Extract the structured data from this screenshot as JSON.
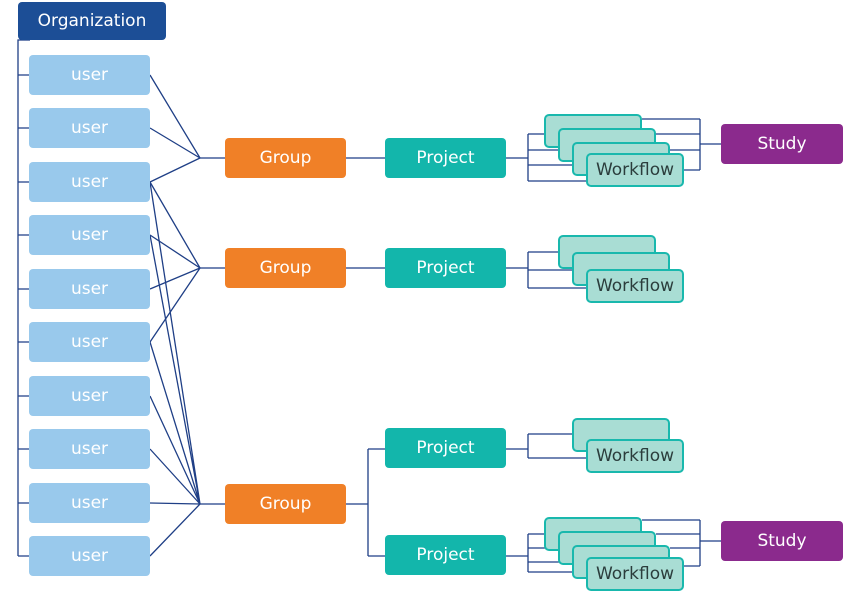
{
  "colors": {
    "organization": "#1c4e96",
    "user": "#99c9ec",
    "group": "#f08027",
    "project": "#13b6ab",
    "study": "#8b2a8d",
    "workflow_fill": "#a9ddd4",
    "workflow_border": "#19b8ad",
    "connector": "#1f3f86"
  },
  "organization": {
    "label": "Organization"
  },
  "users": [
    {
      "label": "user"
    },
    {
      "label": "user"
    },
    {
      "label": "user"
    },
    {
      "label": "user"
    },
    {
      "label": "user"
    },
    {
      "label": "user"
    },
    {
      "label": "user"
    },
    {
      "label": "user"
    },
    {
      "label": "user"
    },
    {
      "label": "user"
    }
  ],
  "groups": [
    {
      "label": "Group"
    },
    {
      "label": "Group"
    },
    {
      "label": "Group"
    }
  ],
  "projects": [
    {
      "label": "Project"
    },
    {
      "label": "Project"
    },
    {
      "label": "Project"
    },
    {
      "label": "Project"
    }
  ],
  "workflows": [
    {
      "label": "Workflow"
    },
    {
      "label": "Workflow"
    },
    {
      "label": "Workflow"
    },
    {
      "label": "Workflow"
    }
  ],
  "studies": [
    {
      "label": "Study"
    },
    {
      "label": "Study"
    }
  ],
  "membership": [
    [
      0,
      1,
      2
    ],
    [
      2,
      3,
      4,
      5
    ],
    [
      2,
      3,
      5,
      6,
      7,
      8,
      9
    ]
  ]
}
